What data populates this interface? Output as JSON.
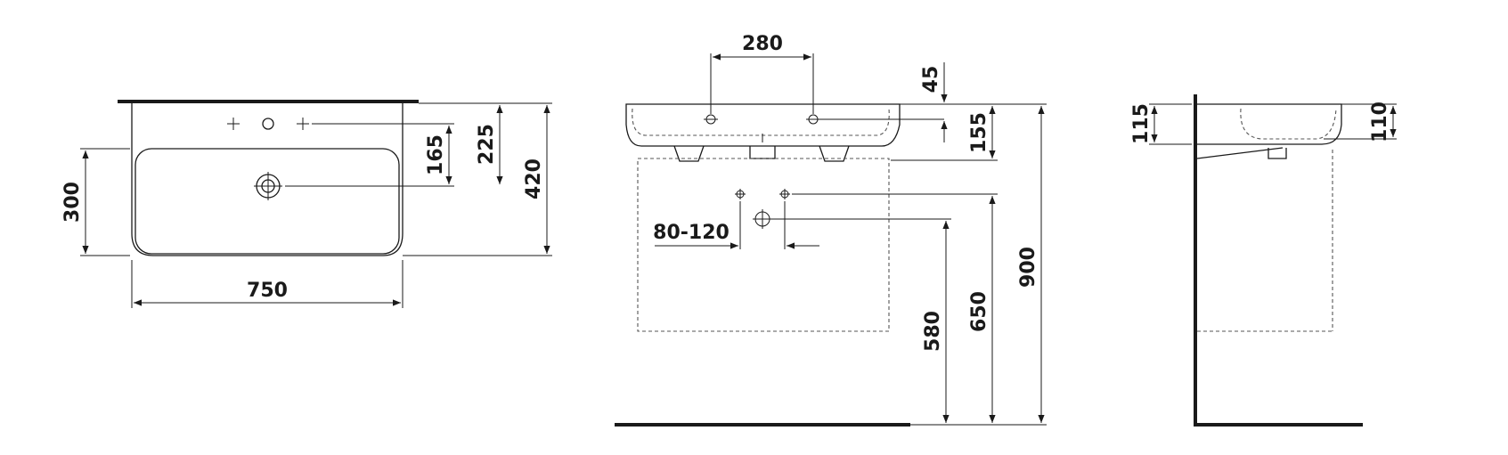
{
  "dimensions": {
    "width_750": "750",
    "depth_300": "300",
    "hole_165": "165",
    "hole_225": "225",
    "depth_420": "420",
    "spacing_280": "280",
    "rim_45": "45",
    "height_155": "155",
    "range_80_120": "80-120",
    "height_580": "580",
    "height_650": "650",
    "height_900": "900",
    "side_115": "115",
    "side_110": "110"
  }
}
